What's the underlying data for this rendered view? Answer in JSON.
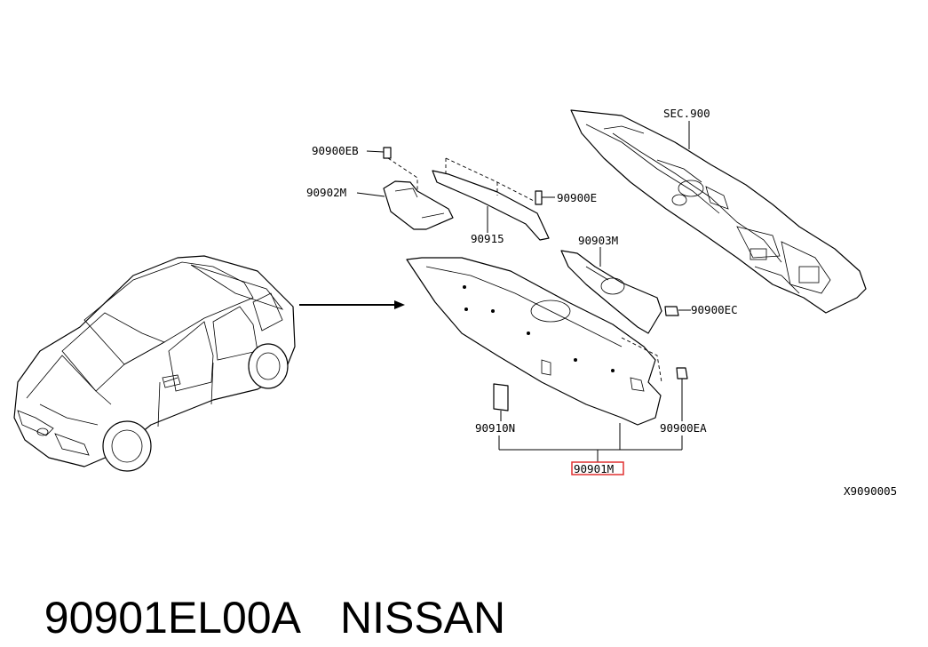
{
  "labels": {
    "sec": "SEC.900",
    "eb": "90900EB",
    "m2": "90902M",
    "e": "90900E",
    "p15": "90915",
    "m3": "90903M",
    "ec": "90900EC",
    "n": "90910N",
    "ea": "90900EA",
    "m1": "90901M",
    "fig": "X9090005"
  },
  "footer": {
    "part_number": "90901EL00A",
    "brand": "NISSAN"
  },
  "colors": {
    "highlight": "#e03030",
    "line": "#000000"
  }
}
